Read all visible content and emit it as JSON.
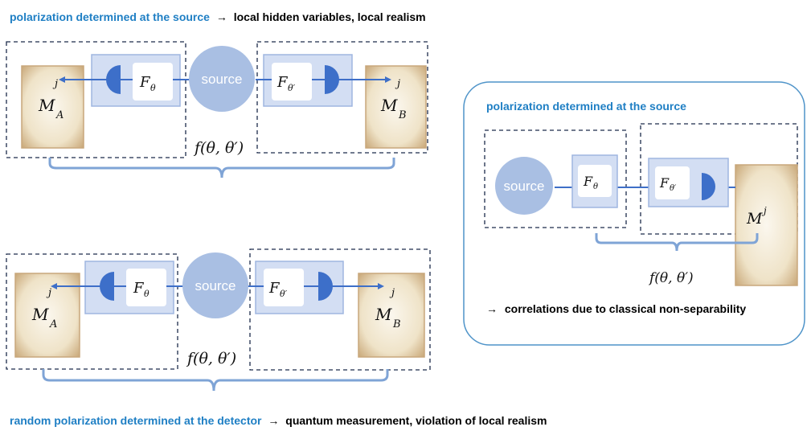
{
  "top": {
    "caption_blue": "polarization determined at the source",
    "caption_rest": "local hidden variables, local realism",
    "source_label": "source",
    "filter_left": "F",
    "filter_left_sub": "θ",
    "filter_right": "F",
    "filter_right_sub": "θ′",
    "record_left": "M",
    "record_left_sub": "A",
    "record_left_sup": "j",
    "record_right": "M",
    "record_right_sub": "B",
    "record_right_sup": "j",
    "correlation": "f(θ, θ′)"
  },
  "bottom": {
    "caption_blue": "random polarization determined at the detector",
    "caption_rest": "quantum measurement, violation of local realism",
    "source_label": "source",
    "filter_left": "F",
    "filter_left_sub": "θ",
    "filter_right": "F",
    "filter_right_sub": "θ′",
    "record_left": "M",
    "record_left_sub": "A",
    "record_left_sup": "j",
    "record_right": "M",
    "record_right_sub": "B",
    "record_right_sup": "j",
    "correlation": "f(θ, θ′)"
  },
  "panel": {
    "title": "polarization determined at the source",
    "source_label": "source",
    "filter_a": "F",
    "filter_a_sub": "θ",
    "filter_b": "F",
    "filter_b_sub": "θ′",
    "record": "M",
    "record_sup": "j",
    "correlation": "f(θ, θ′)",
    "footer": "correlations due to classical non-separability"
  },
  "arrow_glyph": "→",
  "colors": {
    "caption_blue": "#1f7fc4",
    "source_circle": "#a9bfe3",
    "filter_box": "#d3def3",
    "filter_border": "#9fb6e0",
    "detector": "#3d6fc9",
    "beam": "#3e6fc8",
    "brace": "#7fa4d6",
    "panel_border": "#4f94c9",
    "parchment": "#f1e6cf"
  }
}
